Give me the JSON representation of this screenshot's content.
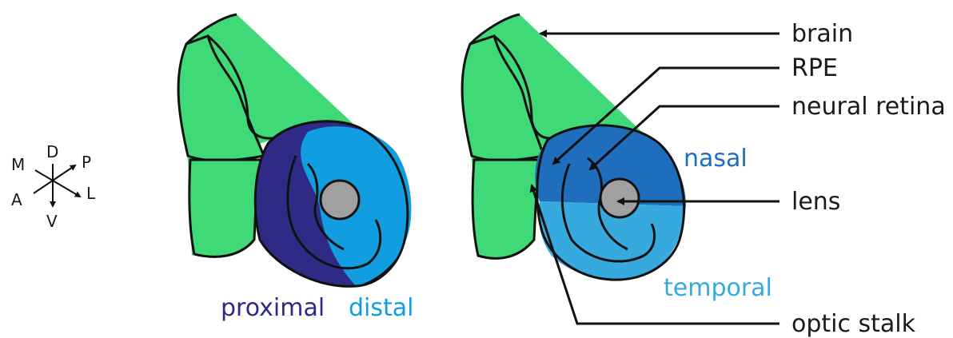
{
  "orientation": {
    "dorsal": "D",
    "ventral": "V",
    "medial": "M",
    "anterior": "A",
    "posterior": "P",
    "lateral": "L"
  },
  "left_panel": {
    "proximal_label": "proximal",
    "distal_label": "distal"
  },
  "right_panel": {
    "nasal_label": "nasal",
    "temporal_label": "temporal"
  },
  "callouts": {
    "brain": "brain",
    "rpe": "RPE",
    "neural_retina": "neural retina",
    "lens": "lens",
    "optic_stalk": "optic stalk"
  },
  "colors": {
    "brain": "#3fd977",
    "proximal": "#2e2a86",
    "distal": "#109ee0",
    "nasal": "#1f6ebd",
    "temporal": "#36aadf",
    "lens": "#a0a0a0",
    "outline": "#111111"
  }
}
